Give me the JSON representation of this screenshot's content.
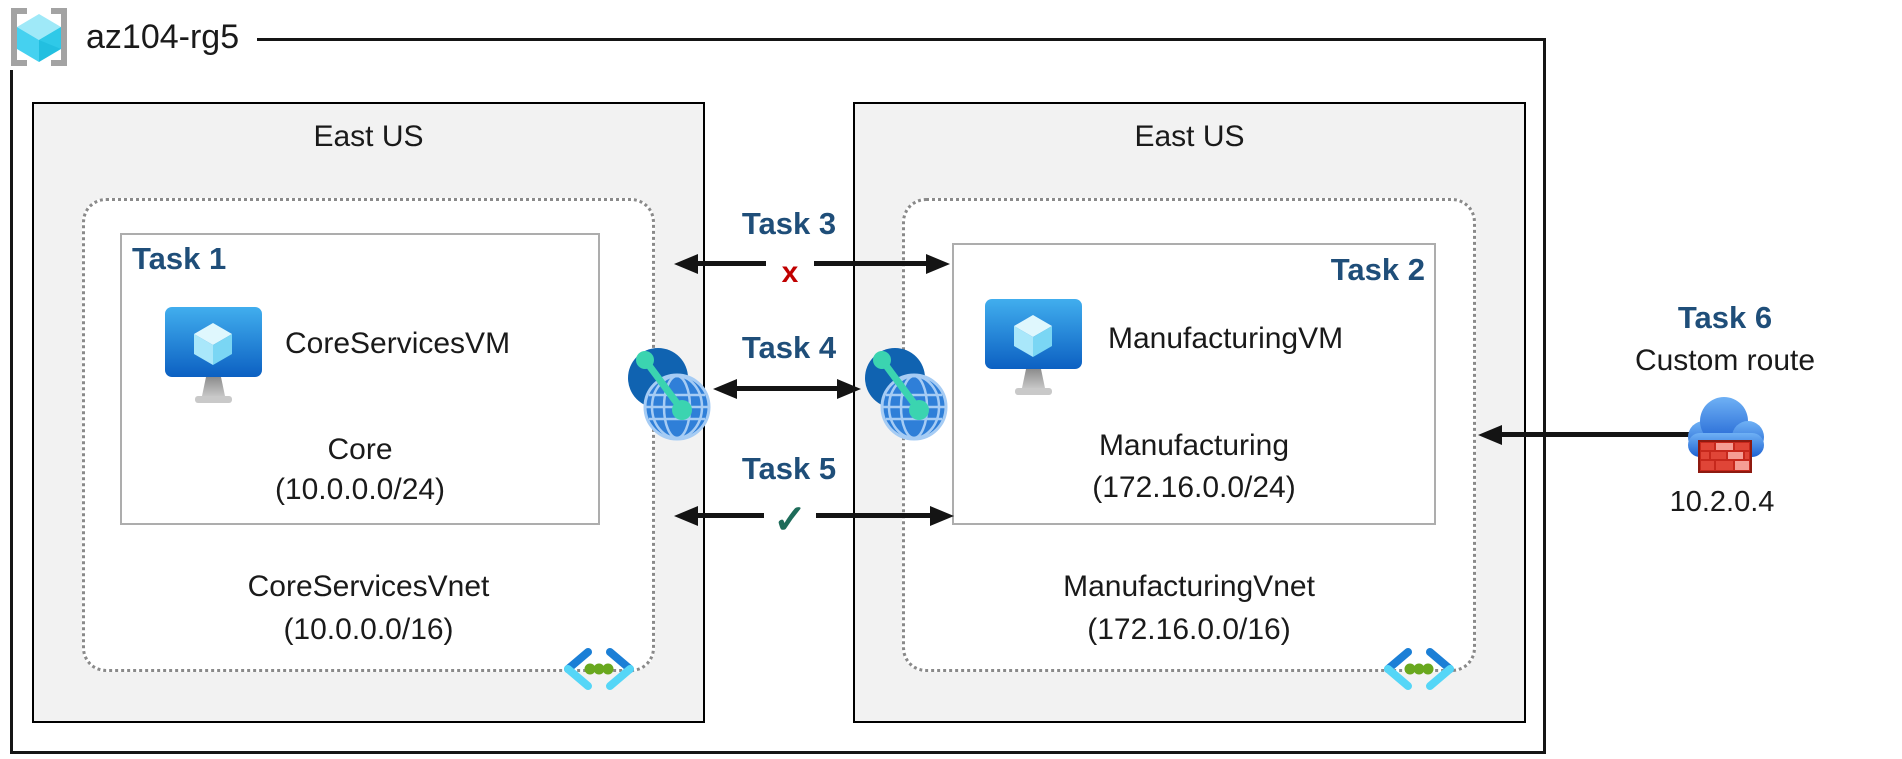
{
  "resource_group": {
    "name": "az104-rg5"
  },
  "left_region": {
    "name": "East US",
    "subnet": {
      "task_label": "Task 1",
      "vm_name": "CoreServicesVM",
      "name": "Core",
      "cidr": "(10.0.0.0/24)"
    },
    "vnet": {
      "name": "CoreServicesVnet",
      "cidr": "(10.0.0.0/16)"
    }
  },
  "right_region": {
    "name": "East US",
    "subnet": {
      "task_label": "Task 2",
      "vm_name": "ManufacturingVM",
      "name": "Manufacturing",
      "cidr": "(172.16.0.0/24)"
    },
    "vnet": {
      "name": "ManufacturingVnet",
      "cidr": "(172.16.0.0/16)"
    }
  },
  "connections": {
    "task3": {
      "label": "Task 3",
      "marker": "x"
    },
    "task4": {
      "label": "Task 4"
    },
    "task5": {
      "label": "Task 5",
      "marker": "✓"
    }
  },
  "custom_route": {
    "task_label": "Task 6",
    "name": "Custom route",
    "ip": "10.2.0.4"
  },
  "icons": {
    "resource_group": "bracketed-cube",
    "vm": "monitor-with-cube",
    "vnet": "chevrons-with-green-dots",
    "peering": "globe-with-link",
    "custom_route_appliance": "cloud-with-firewall"
  },
  "colors": {
    "task_label": "#1F4E79",
    "blocked_marker": "#C00000",
    "allowed_marker": "#1E6C5A",
    "region_fill": "#F2F2F2",
    "arrow": "#141414"
  }
}
